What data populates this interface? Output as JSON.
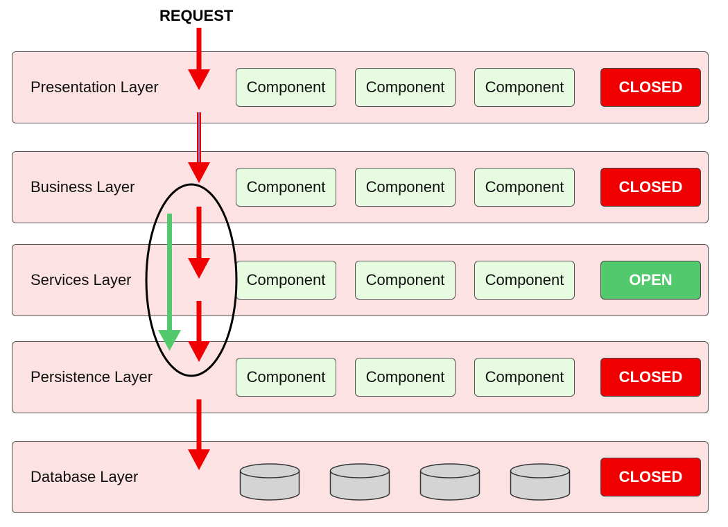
{
  "request_label": "REQUEST",
  "component_label": "Component",
  "colors": {
    "layer_bg": "#fde2e4",
    "component_bg": "#e6fbe0",
    "closed": "#f00000",
    "open": "#52c96d",
    "arrow_red": "#f00000",
    "arrow_green": "#52c96d"
  },
  "layers": [
    {
      "label": "Presentation Layer",
      "status": "CLOSED",
      "status_kind": "closed",
      "content": "components"
    },
    {
      "label": "Business Layer",
      "status": "CLOSED",
      "status_kind": "closed",
      "content": "components"
    },
    {
      "label": "Services Layer",
      "status": "OPEN",
      "status_kind": "open",
      "content": "components"
    },
    {
      "label": "Persistence Layer",
      "status": "CLOSED",
      "status_kind": "closed",
      "content": "components"
    },
    {
      "label": "Database Layer",
      "status": "CLOSED",
      "status_kind": "closed",
      "content": "databases"
    }
  ],
  "database_icon": "database-cylinder-icon"
}
